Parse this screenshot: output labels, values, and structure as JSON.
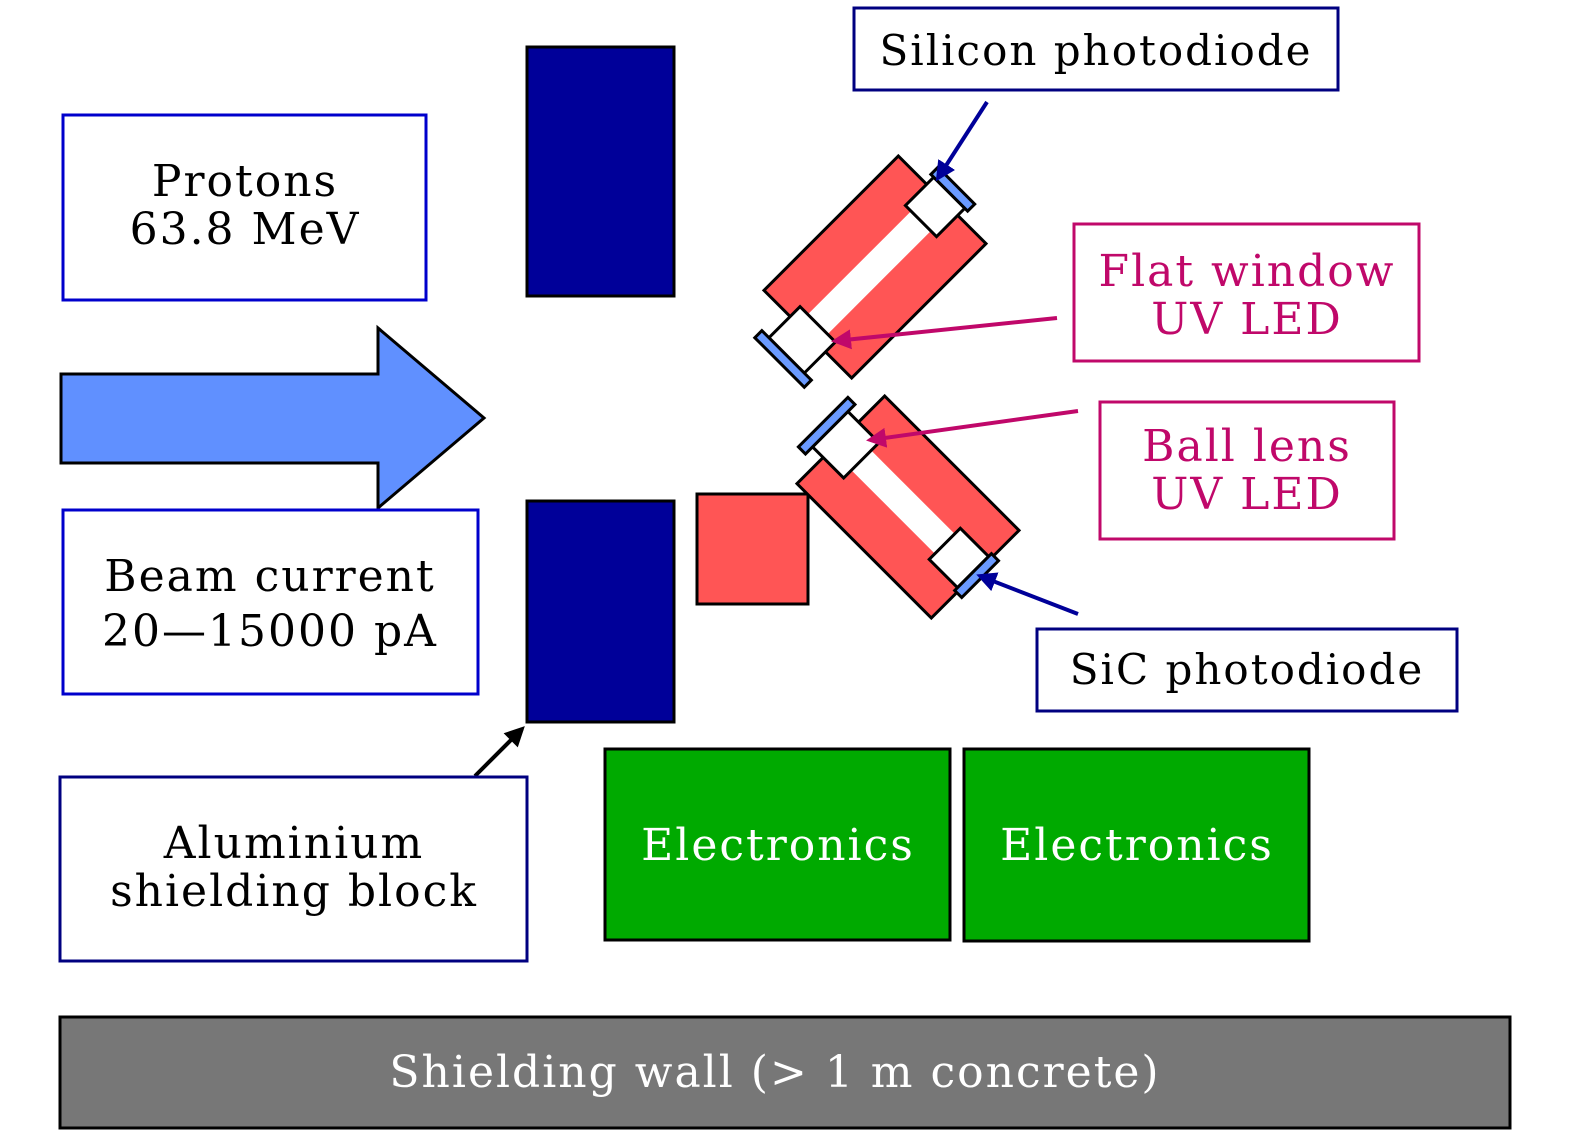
{
  "colors": {
    "navy_label_border": "#000080",
    "blue_label_border": "#0000cc",
    "magenta": "#c0086a",
    "shield_block": "#000099",
    "beam_arrow": "#6090ff",
    "holder_red": "#ff5555",
    "photodiode_blue": "#6a9aff",
    "electronics_green": "#00aa00",
    "wall_gray": "#777777"
  },
  "labels": {
    "protons": {
      "line1": "Protons",
      "line2": "63.8 MeV"
    },
    "beam_current": {
      "line1": "Beam current",
      "line2": "20—15000 pA"
    },
    "aluminium_block": {
      "line1": "Aluminium",
      "line2": "shielding block"
    },
    "silicon_photodiode": "Silicon photodiode",
    "flat_window_led": {
      "line1": "Flat window",
      "line2": "UV LED"
    },
    "ball_lens_led": {
      "line1": "Ball lens",
      "line2": "UV LED"
    },
    "sic_photodiode": "SiC photodiode",
    "electronics_left": "Electronics",
    "electronics_right": "Electronics",
    "shielding_wall": "Shielding wall (> 1 m concrete)"
  }
}
